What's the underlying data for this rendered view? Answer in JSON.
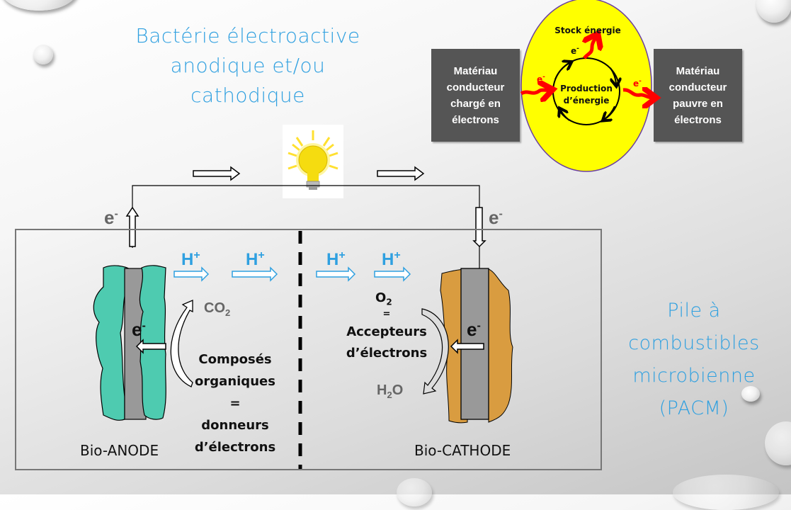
{
  "title": {
    "line1": "Bactérie électroactive",
    "line2": "anodique et/ou",
    "line3": "cathodique"
  },
  "side_title": {
    "line1": "Pile à",
    "line2": "combustibles",
    "line3": "microbienne",
    "line4": "(PACM)"
  },
  "inset": {
    "left_box": {
      "line1": "Matériau",
      "line2": "conducteur",
      "line3": "chargé en",
      "line4": "électrons"
    },
    "right_box": {
      "line1": "Matériau",
      "line2": "conducteur",
      "line3": "pauvre en",
      "line4": "électrons"
    },
    "stock_label": "Stock énergie",
    "production_label1": "Production",
    "production_label2": "d’énergie",
    "electron": "e",
    "minus": "-",
    "colors": {
      "ellipse": "#ffff00",
      "boxes": "#555555",
      "arrows": "#ff0000"
    }
  },
  "circuit": {
    "electron_left": "e",
    "electron_right": "e",
    "minus": "-"
  },
  "cell": {
    "proton": "H",
    "plus": "+",
    "anode": {
      "label": "Bio-ANODE",
      "electron": "e",
      "co2": "CO",
      "co2_sub": "2",
      "organics": {
        "line1": "Composés",
        "line2": "organiques",
        "line3": "=",
        "line4": "donneurs",
        "line5": "d’électrons"
      },
      "biofilm_color": "#4ecbb0"
    },
    "cathode": {
      "label": "Bio-CATHODE",
      "electron": "e",
      "o2": "O",
      "o2_sub": "2",
      "acceptors": {
        "line1": "=",
        "line2": "Accepteurs",
        "line3": "d’électrons"
      },
      "h2o_h": "H",
      "h2o_sub": "2",
      "h2o_o": "O",
      "biofilm_color": "#d99c40"
    }
  },
  "icons": {
    "bulb": "light-bulb-icon"
  }
}
